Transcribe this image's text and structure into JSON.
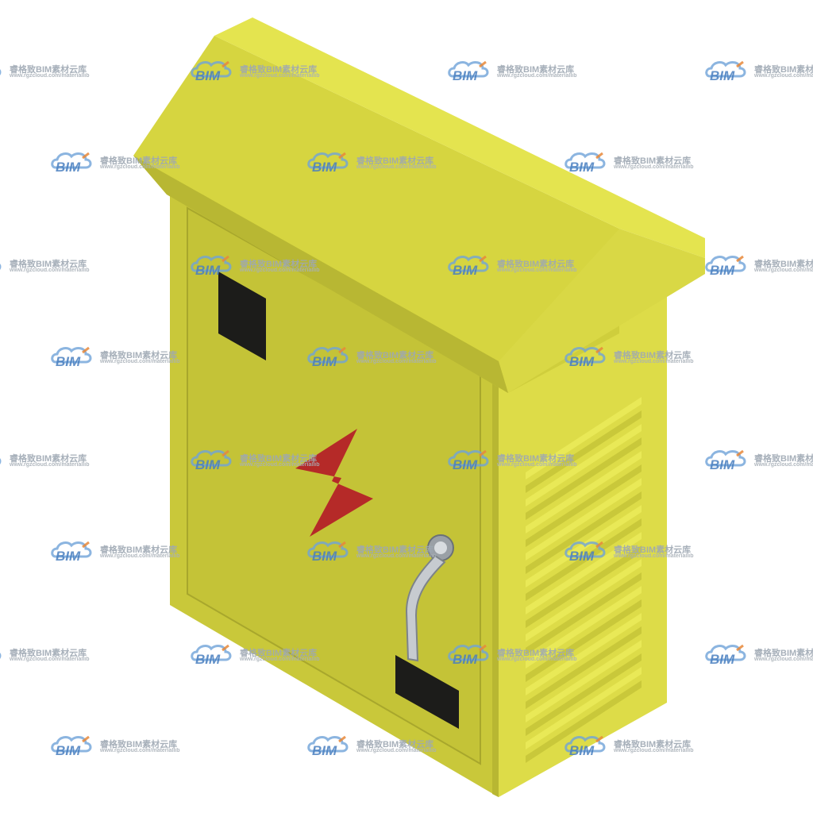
{
  "image": {
    "subject": "electrical-distribution-cabinet",
    "colors": {
      "body": "#c9c83a",
      "roof_top": "#e2e24e",
      "roof_front": "#c7c63a",
      "side_panel": "#e0e04c",
      "window": "#1a1a1a",
      "lightning_symbol": "#b52a28",
      "handle": "#c8ccd0",
      "background": "#ffffff"
    },
    "icons": [
      "lightning-bolt-icon",
      "door-handle"
    ]
  },
  "watermark": {
    "logo_text": "BIM",
    "title": "睿格致BIM素材云库",
    "url": "www.rgzcloud.com/materiallib",
    "logo_colors": {
      "cloud": "#6fa3d8",
      "text": "#4a7fc0",
      "accent": "#e8893a"
    }
  }
}
